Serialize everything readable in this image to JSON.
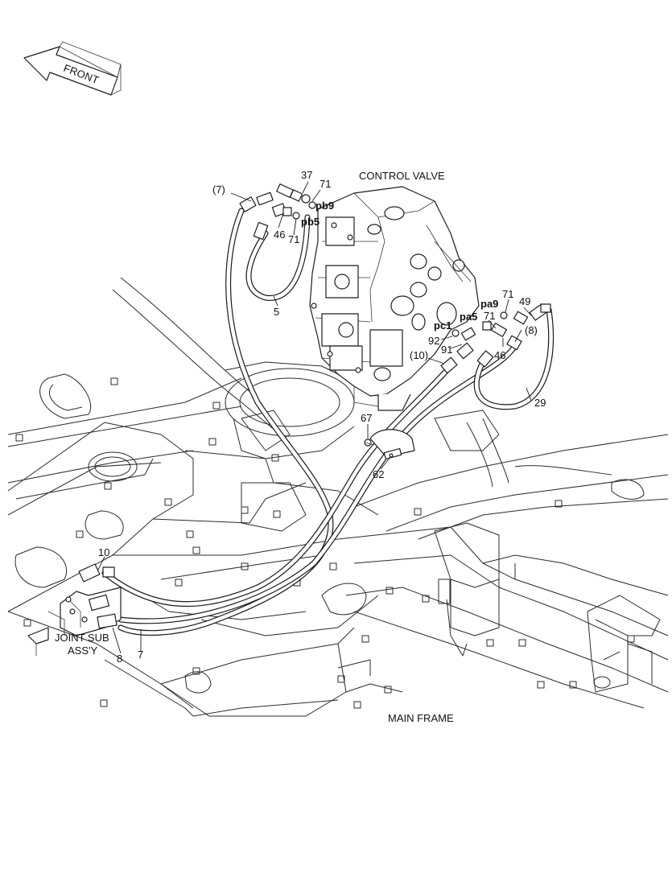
{
  "diagram": {
    "front_label": "FRONT",
    "control_valve_label": "CONTROL VALVE",
    "main_frame_label": "MAIN FRAME",
    "joint_sub_label_1": "JOINT SUB",
    "joint_sub_label_2": "ASS'Y",
    "callouts": {
      "c_7_paren": "(7)",
      "c_37": "37",
      "c_71_top": "71",
      "c_pb9": "pb9",
      "c_pb5": "pb5",
      "c_46_top": "46",
      "c_71_mid": "71",
      "c_5": "5",
      "c_71_right": "71",
      "c_49": "49",
      "c_pa9": "pa9",
      "c_pa5": "pa5",
      "c_71_r2": "71",
      "c_pc1": "pc1",
      "c_8_paren": "(8)",
      "c_92": "92",
      "c_91": "91",
      "c_46_right": "46",
      "c_10_paren": "(10)",
      "c_29": "29",
      "c_67": "67",
      "c_62": "62",
      "c_10": "10",
      "c_8": "8",
      "c_7": "7"
    }
  }
}
